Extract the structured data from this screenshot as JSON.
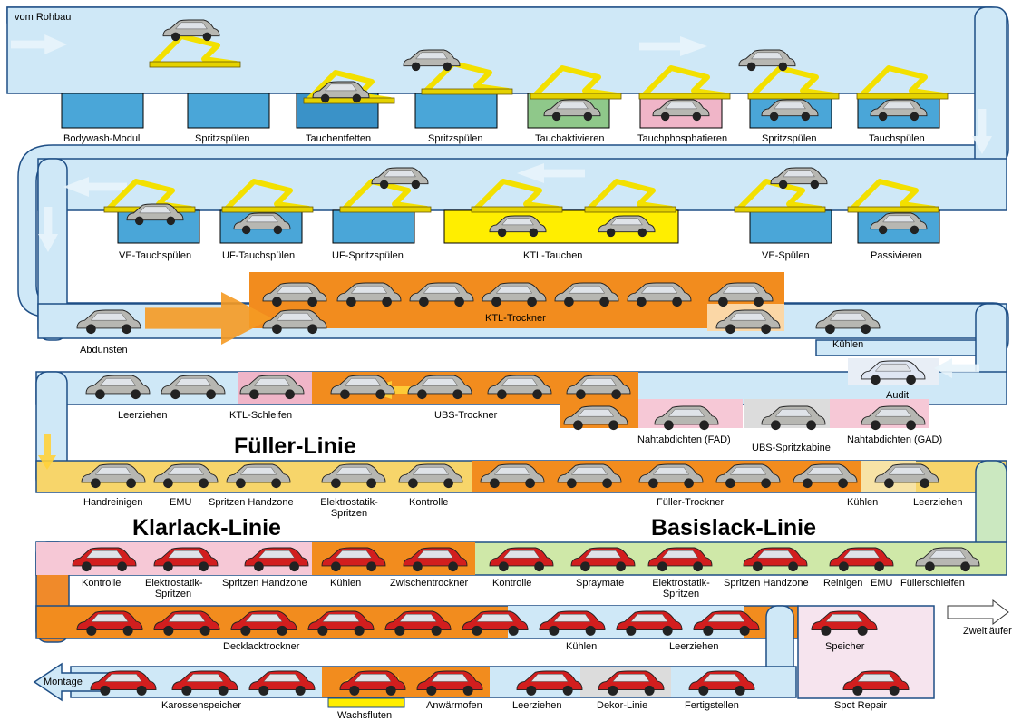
{
  "source_label": "vom Rohbau",
  "rows": {
    "row1": [
      "Bodywash-Modul",
      "Spritzspülen",
      "Tauchentfetten",
      "Spritzspülen",
      "Tauchaktivieren",
      "Tauchphosphatieren",
      "Spritzspülen",
      "Tauchspülen"
    ],
    "row2": [
      "VE-Tauchspülen",
      "UF-Tauchspülen",
      "UF-Spritzspülen",
      "KTL-Tauchen",
      "VE-Spülen",
      "Passivieren"
    ],
    "row3": [
      "Abdunsten",
      "KTL-Trockner",
      "Kühlen"
    ],
    "row4": [
      "Audit",
      "Leerziehen",
      "KTL-Schleifen",
      "UBS-Trockner",
      "Nahtabdichten (FAD)",
      "UBS-Spritzkabine",
      "Nahtabdichten (GAD)"
    ],
    "row5": [
      "Handreinigen",
      "EMU",
      "Spritzen Handzone",
      "Elektrostatik-Spritzen",
      "Kontrolle",
      "Füller-Trockner",
      "Kühlen",
      "Leerziehen"
    ],
    "row6": [
      "Kontrolle",
      "Elektrostatik-Spritzen",
      "Spritzen Handzone",
      "Kühlen",
      "Zwischentrockner",
      "Kontrolle",
      "Spraymate",
      "Elektrostatik-Spritzen",
      "Spritzen Handzone",
      "Reinigen",
      "EMU",
      "Füllerschleifen"
    ],
    "row7": [
      "Decklacktrockner",
      "Kühlen",
      "Leerziehen",
      "Speicher",
      "Zweitläufer"
    ],
    "row8": [
      "Montage",
      "Karossenspeicher",
      "Wachsfluten",
      "Anwärmofen",
      "Leerziehen",
      "Dekor-Linie",
      "Fertigstellen",
      "Spot Repair"
    ]
  },
  "line_titles": {
    "fueller": "Füller-Linie",
    "klarlack": "Klarlack-Linie",
    "basislack": "Basislack-Linie"
  },
  "colors": {
    "conveyor_blue": "#cfe8f7",
    "tank_blue": "#4aa6d8",
    "tank_green": "#8fc88a",
    "tank_pink": "#f0b5c8",
    "ktl_yellow": "#ffee00",
    "dryer_orange": "#f28c1e",
    "cooling_light": "#ffe7b8",
    "filler_yellow": "#f7d56a",
    "body_grey": "#b7b7b2",
    "body_red": "#d21e1e",
    "robot_yellow": "#f3e000"
  }
}
